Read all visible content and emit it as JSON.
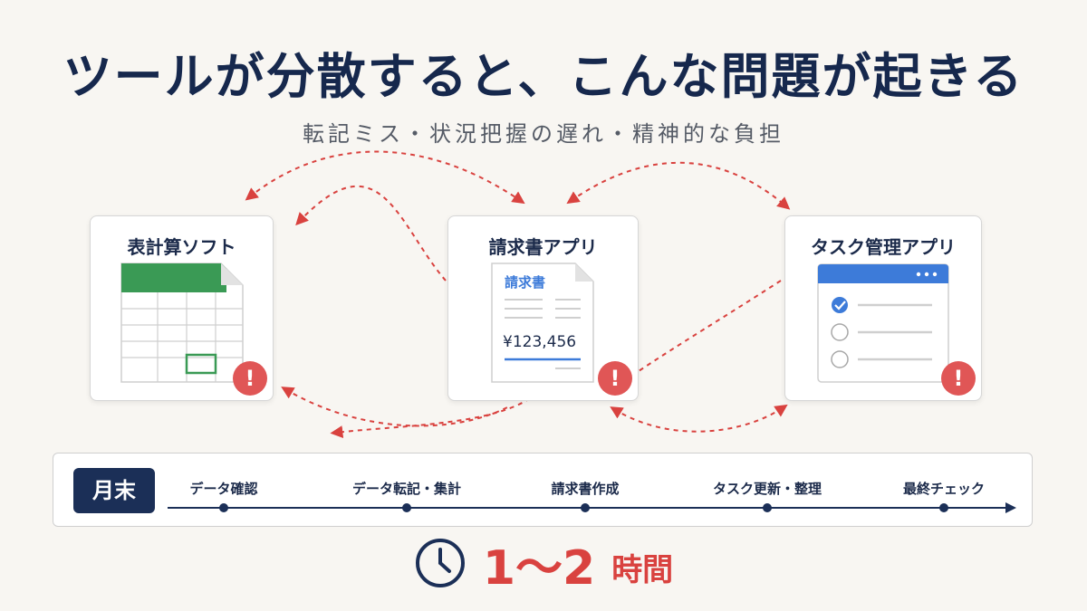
{
  "title": "ツールが分散すると、こんな問題が起きる",
  "subtitle": "転記ミス・状況把握の遅れ・精神的な負担",
  "tools": [
    {
      "name": "表計算ソフト",
      "icon": "spreadsheet-icon"
    },
    {
      "name": "請求書アプリ",
      "icon": "invoice-icon",
      "doc_title": "請求書",
      "amount": "¥123,456"
    },
    {
      "name": "タスク管理アプリ",
      "icon": "task-list-icon"
    }
  ],
  "alert_symbol": "!",
  "timeline": {
    "badge": "月末",
    "steps": [
      "データ確認",
      "データ転記・集計",
      "請求書作成",
      "タスク更新・整理",
      "最終チェック"
    ]
  },
  "time": {
    "value": "1〜2",
    "unit": "時間"
  },
  "colors": {
    "navy": "#16284d",
    "alert_red": "#e05656",
    "arrow_red": "#d9423f",
    "sheet_green": "#3a9a55",
    "app_blue": "#3d7bd9"
  }
}
